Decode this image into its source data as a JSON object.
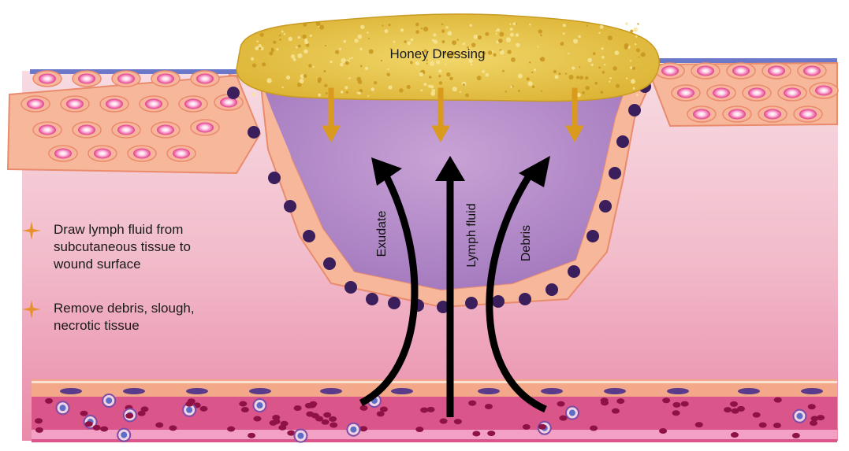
{
  "diagram": {
    "title": "Honey Dressing",
    "flows": [
      {
        "label": "Exudate"
      },
      {
        "label": "Lymph fluid"
      },
      {
        "label": "Debris"
      }
    ],
    "legend": [
      {
        "lines": [
          "Draw lymph fluid from",
          "subcutaneous tissue to",
          "wound surface"
        ],
        "icon": "four-point-star-icon"
      },
      {
        "lines": [
          "Remove debris, slough,",
          "necrotic tissue"
        ],
        "icon": "four-point-star-icon"
      }
    ],
    "colors": {
      "honey": "#e8c84a",
      "wound_bed": "#b98fc8",
      "cell_membrane": "#f3a27a",
      "nucleus": "#3a1f5c",
      "tissue_background": "#f3c3cf",
      "vessel": "#e06a9a",
      "gold_arrow": "#d99a1e",
      "flow_arrow": "#000000",
      "legend_star": "#e8902a"
    }
  }
}
